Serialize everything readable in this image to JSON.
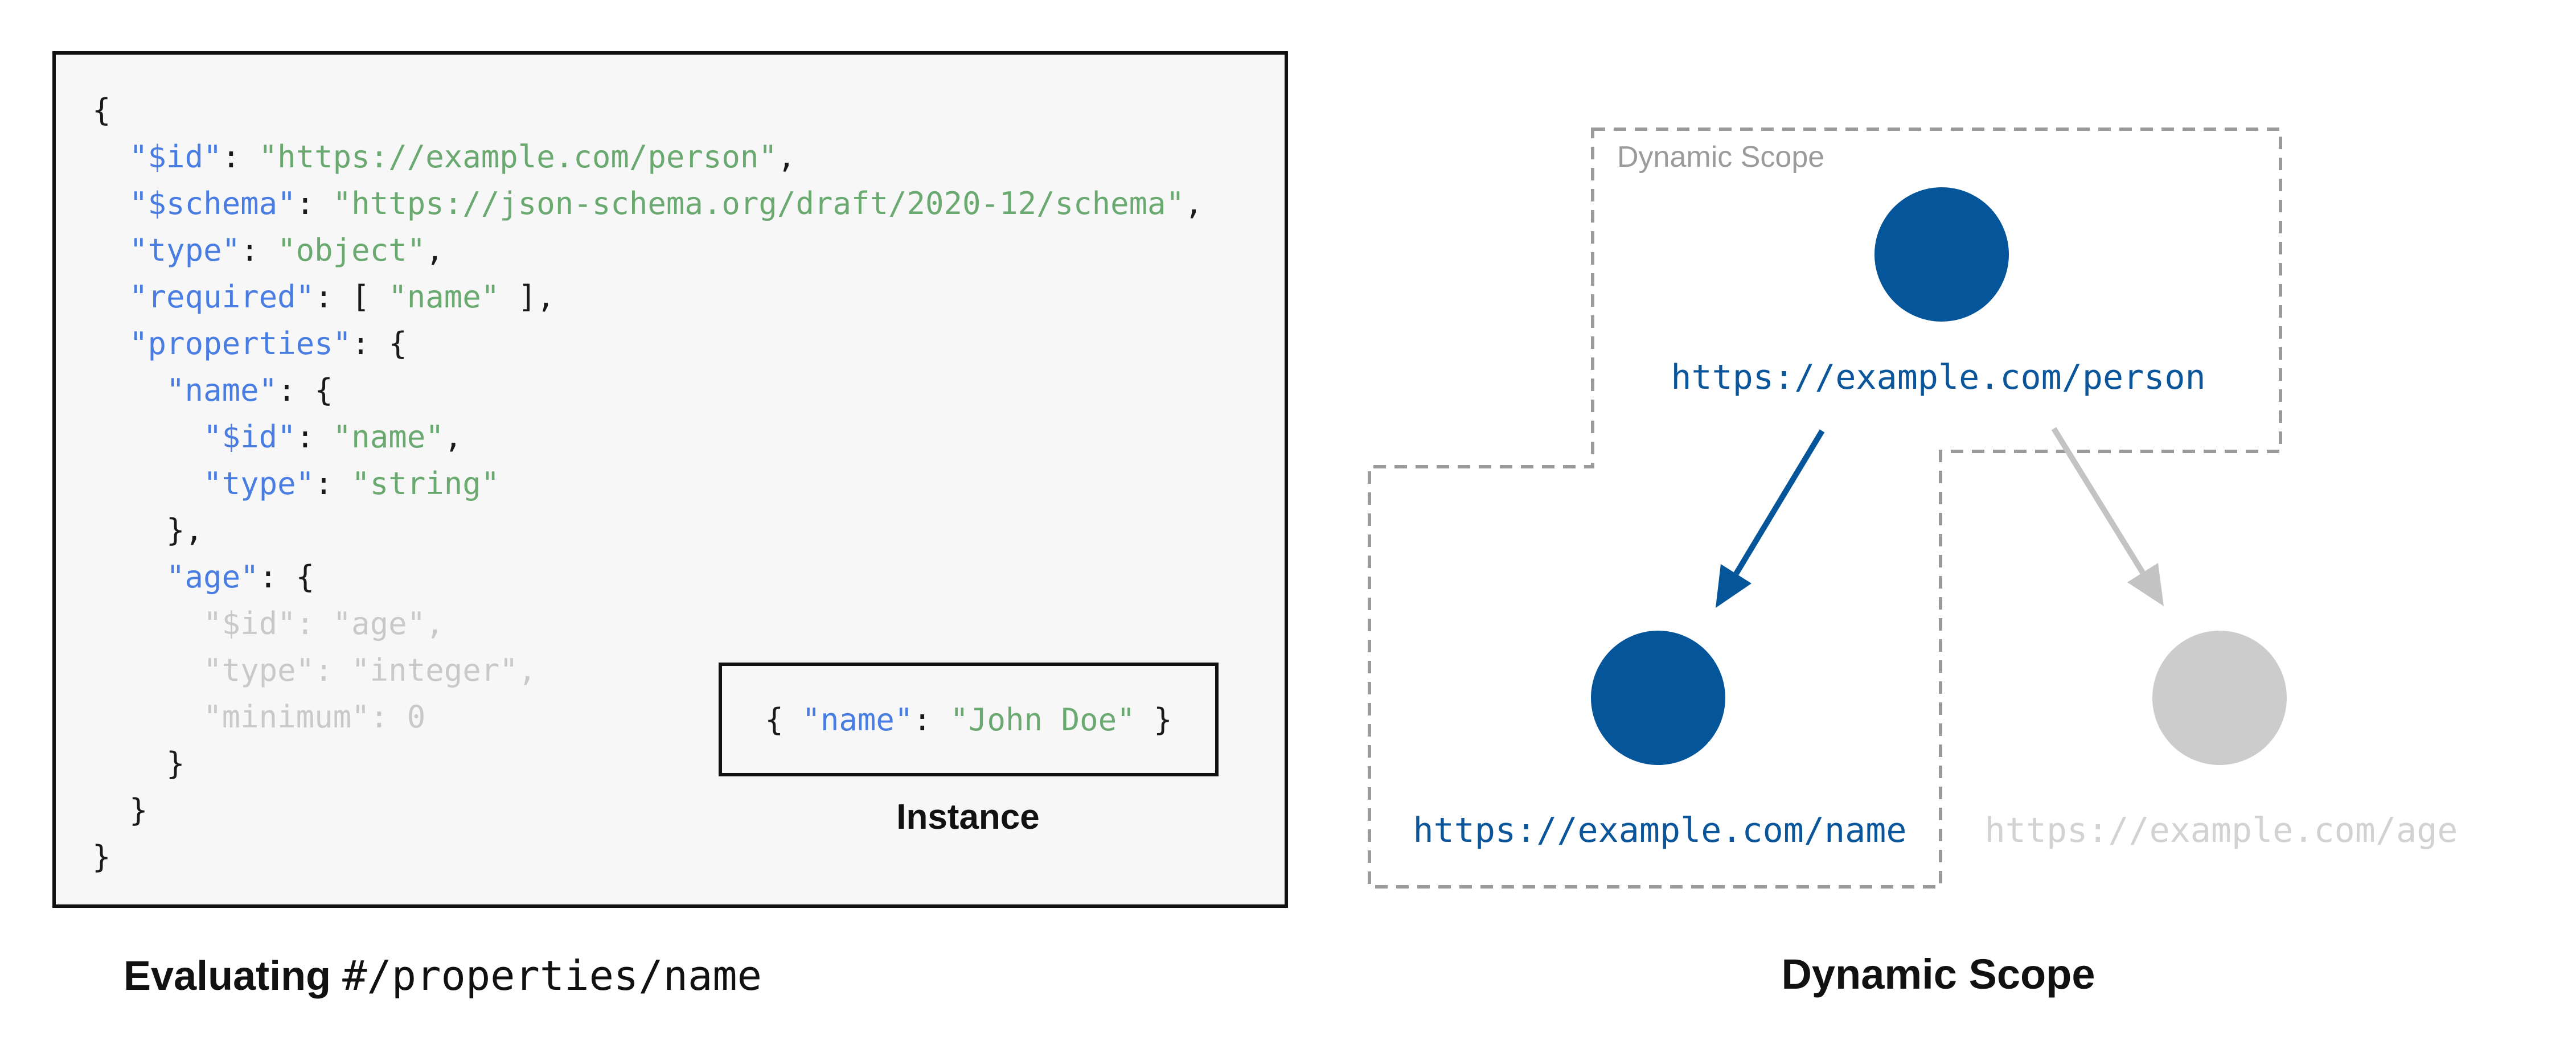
{
  "colors": {
    "background": "#ffffff",
    "panel_background": "#f7f7f8",
    "panel_border": "#111111",
    "code_key_blue": "#4a7de2",
    "code_string_green": "#6aa96f",
    "code_punctuation": "#1a1a1a",
    "code_inactive_gray": "#c9c9c9",
    "dashed_border_gray": "#9a9a9a",
    "node_blue": "#05559b",
    "node_gray": "#cccccc",
    "url_blue": "#0b559b",
    "url_gray": "#d2d2d2",
    "arrow_blue": "#05559b",
    "arrow_gray": "#c3c3c3",
    "scope_label_gray": "#9b9b9b"
  },
  "schema_panel": {
    "code_lines": [
      {
        "indent": 0,
        "segments": [
          [
            "p",
            "{"
          ]
        ]
      },
      {
        "indent": 1,
        "segments": [
          [
            "k",
            "\"$id\""
          ],
          [
            "p",
            ": "
          ],
          [
            "s",
            "\"https://example.com/person\""
          ],
          [
            "p",
            ","
          ]
        ]
      },
      {
        "indent": 1,
        "segments": [
          [
            "k",
            "\"$schema\""
          ],
          [
            "p",
            ": "
          ],
          [
            "s",
            "\"https://json-schema.org/draft/2020-12/schema\""
          ],
          [
            "p",
            ","
          ]
        ]
      },
      {
        "indent": 1,
        "segments": [
          [
            "k",
            "\"type\""
          ],
          [
            "p",
            ": "
          ],
          [
            "s",
            "\"object\""
          ],
          [
            "p",
            ","
          ]
        ]
      },
      {
        "indent": 1,
        "segments": [
          [
            "k",
            "\"required\""
          ],
          [
            "p",
            ": [ "
          ],
          [
            "s",
            "\"name\""
          ],
          [
            "p",
            " ],"
          ]
        ]
      },
      {
        "indent": 1,
        "segments": [
          [
            "k",
            "\"properties\""
          ],
          [
            "p",
            ": {"
          ]
        ]
      },
      {
        "indent": 2,
        "segments": [
          [
            "k",
            "\"name\""
          ],
          [
            "p",
            ": {"
          ]
        ]
      },
      {
        "indent": 3,
        "segments": [
          [
            "k",
            "\"$id\""
          ],
          [
            "p",
            ": "
          ],
          [
            "s",
            "\"name\""
          ],
          [
            "p",
            ","
          ]
        ]
      },
      {
        "indent": 3,
        "segments": [
          [
            "k",
            "\"type\""
          ],
          [
            "p",
            ": "
          ],
          [
            "s",
            "\"string\""
          ]
        ]
      },
      {
        "indent": 2,
        "segments": [
          [
            "p",
            "},"
          ]
        ]
      },
      {
        "indent": 2,
        "segments": [
          [
            "k",
            "\"age\""
          ],
          [
            "p",
            ": {"
          ]
        ]
      },
      {
        "indent": 3,
        "segments": [
          [
            "g",
            "\"$id\": \"age\","
          ]
        ]
      },
      {
        "indent": 3,
        "segments": [
          [
            "g",
            "\"type\": \"integer\","
          ]
        ]
      },
      {
        "indent": 3,
        "segments": [
          [
            "g",
            "\"minimum\": 0"
          ]
        ]
      },
      {
        "indent": 2,
        "segments": [
          [
            "p",
            "}"
          ]
        ]
      },
      {
        "indent": 1,
        "segments": [
          [
            "p",
            "}"
          ]
        ]
      },
      {
        "indent": 0,
        "segments": [
          [
            "p",
            "}"
          ]
        ]
      }
    ],
    "instance": {
      "segments": [
        [
          "p",
          "{ "
        ],
        [
          "k",
          "\"name\""
        ],
        [
          "p",
          ": "
        ],
        [
          "s",
          "\"John Doe\""
        ],
        [
          "p",
          " }"
        ]
      ],
      "label": "Instance"
    },
    "caption_bold": "Evaluating",
    "caption_mono": "#/properties/name"
  },
  "diagram": {
    "scope_label": "Dynamic Scope",
    "caption": "Dynamic Scope",
    "nodes": [
      {
        "id": "person",
        "url": "https://example.com/person",
        "color": "#05559b",
        "in_scope": true
      },
      {
        "id": "name",
        "url": "https://example.com/name",
        "color": "#05559b",
        "in_scope": true
      },
      {
        "id": "age",
        "url": "https://example.com/age",
        "color": "#cccccc",
        "in_scope": false
      }
    ],
    "arrows": [
      {
        "from": "person",
        "to": "name",
        "color": "#05559b"
      },
      {
        "from": "person",
        "to": "age",
        "color": "#c3c3c3"
      }
    ]
  }
}
